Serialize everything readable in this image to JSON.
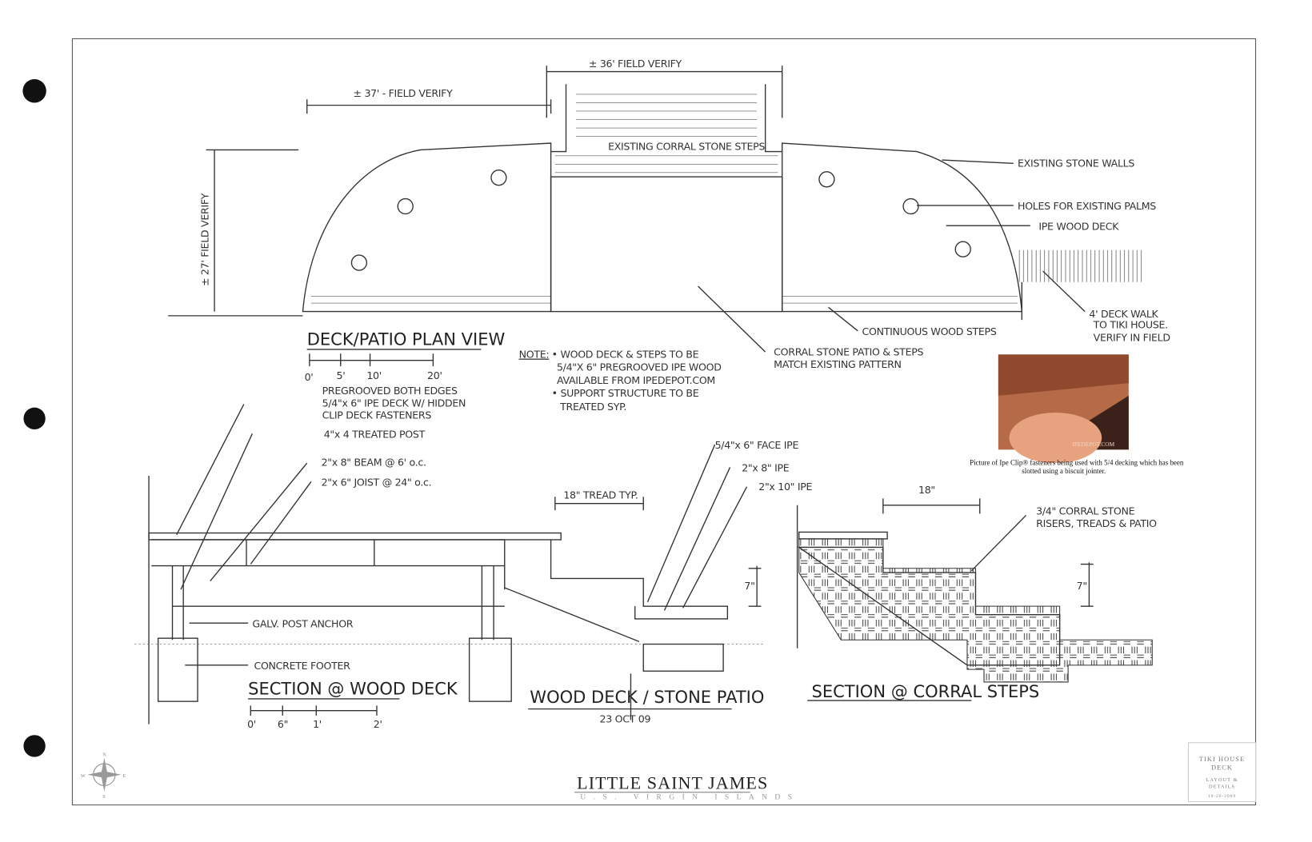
{
  "plan": {
    "title": "DECK/PATIO PLAN VIEW",
    "dim_width_left": "± 37' - FIELD VERIFY",
    "dim_width_steps": "± 36' FIELD VERIFY",
    "dim_depth": "± 27' FIELD VERIFY",
    "steps_label": "EXISTING CORRAL STONE STEPS",
    "scale_ticks": [
      "0'",
      "5'",
      "10'",
      "20'"
    ],
    "callouts": {
      "stone_walls": "EXISTING STONE WALLS",
      "palm_holes": "HOLES FOR EXISTING PALMS",
      "ipe_deck": "IPE WOOD DECK",
      "deck_walk_1": "4' DECK WALK",
      "deck_walk_2": "TO TIKI HOUSE.",
      "deck_walk_3": "VERIFY IN FIELD",
      "wood_steps": "CONTINUOUS WOOD STEPS",
      "patio_1": "CORRAL STONE PATIO & STEPS",
      "patio_2": "MATCH EXISTING PATTERN"
    }
  },
  "note": {
    "label": "NOTE:",
    "lines": [
      "• WOOD DECK & STEPS TO BE",
      "5/4\"X 6\" PREGROOVED IPE WOOD",
      "AVAILABLE FROM IPEDEPOT.COM",
      "• SUPPORT STRUCTURE TO BE",
      "TREATED SYP."
    ]
  },
  "photo": {
    "watermark": "IPEDEPOT.COM",
    "caption_1": "Picture of Ipe Clip® fasteners being used with 5/4 decking which has been",
    "caption_2": "slotted using a biscuit jointer."
  },
  "wood_section": {
    "title": "SECTION @ WOOD DECK",
    "scale_ticks": [
      "0'",
      "6\"",
      "1'",
      "2'"
    ],
    "callouts": {
      "deck_1": "PREGROOVED BOTH EDGES",
      "deck_2": "5/4\"x 6\" IPE DECK W/ HIDDEN",
      "deck_3": "CLIP DECK FASTENERS",
      "post": "4\"x 4 TREATED POST",
      "beam": "2\"x 8\" BEAM @ 6' o.c.",
      "joist": "2\"x 6\" JOIST @ 24\" o.c.",
      "anchor": "GALV. POST ANCHOR",
      "footer": "CONCRETE FOOTER",
      "tread": "18\" TREAD TYP.",
      "face": "5/4\"x 6\" FACE IPE",
      "ipe8": "2\"x 8\" IPE",
      "ipe10": "2\"x 10\" IPE",
      "riser": "7\""
    }
  },
  "center_title": {
    "title": "WOOD DECK / STONE PATIO",
    "date": "23 OCT 09"
  },
  "stone_section": {
    "title": "SECTION @ CORRAL STEPS",
    "tread": "18\"",
    "riser": "7\"",
    "callout_1": "3/4\" CORRAL STONE",
    "callout_2": "RISERS, TREADS & PATIO"
  },
  "footer": {
    "brand": "LITTLE SAINT JAMES",
    "brand_sub": "U.S. VIRGIN ISLANDS",
    "compass": {
      "n": "N",
      "s": "S",
      "e": "E",
      "w": "W"
    }
  },
  "title_block": {
    "line1": "TIKI HOUSE",
    "line2": "DECK",
    "line3": "LAYOUT &",
    "line4": "DETAILS",
    "date": "10-26-2009"
  }
}
